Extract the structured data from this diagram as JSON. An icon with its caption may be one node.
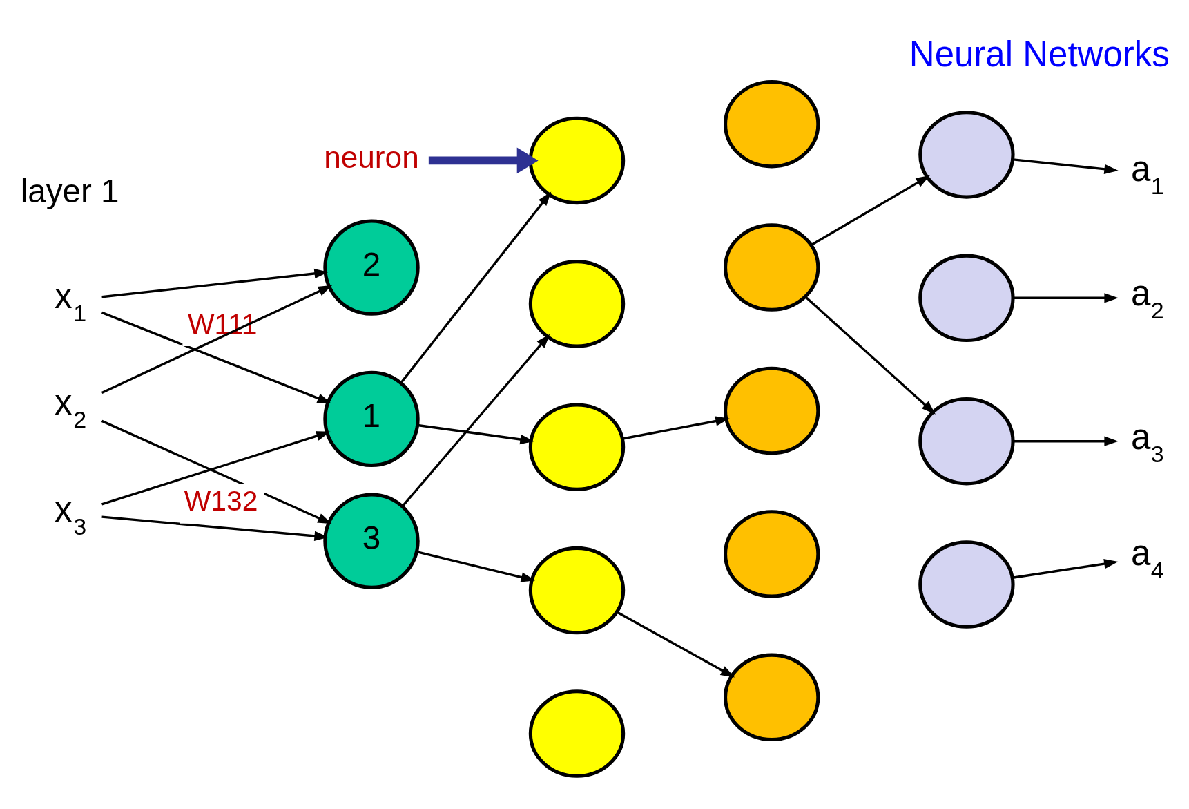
{
  "diagram": {
    "title": "Neural Networks",
    "nodes": [
      {
        "text": [
          "x$_{1}$"
        ]
      },
      {
        "text": [
          "x$_{2}$"
        ]
      },
      {
        "text": [
          "x$_{3}$"
        ]
      },
      {
        "text": [
          "1"
        ]
      },
      {
        "text": [
          "2"
        ]
      },
      {
        "text": [
          "3"
        ]
      },
      {
        "text": [],
        "shape": "circle"
      },
      {
        "text": [],
        "shape": "circle"
      },
      {
        "text": [],
        "shape": "circle"
      },
      {
        "text": [],
        "shape": "circle"
      },
      {
        "text": [],
        "shape": "circle"
      },
      {
        "text": [],
        "shape": "circle"
      },
      {
        "text": [],
        "shape": "circle"
      },
      {
        "text": [],
        "shape": "circle"
      },
      {
        "text": [],
        "shape": "circle"
      },
      {
        "text": [],
        "shape": "circle"
      },
      {
        "text": [],
        "shape": "circle"
      },
      {
        "text": [],
        "shape": "circle"
      },
      {
        "text": [],
        "shape": "circle"
      },
      {
        "text": [],
        "shape": "circle"
      },
      {
        "text": [
          "a$_{1}$"
        ]
      },
      {
        "text": [
          "a$_{2}$"
        ]
      },
      {
        "text": [
          "a$_{3}$"
        ]
      },
      {
        "text": [
          "a$_{4}$"
        ]
      },
      {
        "text": [
          "neuron"
        ]
      }
    ],
    "edges": [
      {
        "from": 0,
        "to": 3,
        "arrow": "to",
        "label": "W111"
      },
      {
        "from": 0,
        "to": 4,
        "arrow": "to"
      },
      {
        "from": 1,
        "to": 4,
        "arrow": "to"
      },
      {
        "from": 1,
        "to": 5,
        "arrow": "to"
      },
      {
        "from": 2,
        "to": 3,
        "arrow": "to"
      },
      {
        "from": 2,
        "to": 5,
        "arrow": "to",
        "label": "W132"
      },
      {
        "from": 3,
        "to": 6,
        "arrow": "to"
      },
      {
        "from": 3,
        "to": 8,
        "arrow": "to"
      },
      {
        "from": 5,
        "to": 7,
        "arrow": "to"
      },
      {
        "from": 5,
        "to": 9,
        "arrow": "to"
      },
      {
        "from": 8,
        "to": 13,
        "arrow": "to"
      },
      {
        "from": 9,
        "to": 15,
        "arrow": "to"
      },
      {
        "from": 12,
        "to": 16,
        "arrow": "to"
      },
      {
        "from": 12,
        "to": 18,
        "arrow": "to"
      },
      {
        "from": 16,
        "to": 20,
        "arrow": "to"
      },
      {
        "from": 17,
        "to": 21,
        "arrow": "to"
      },
      {
        "from": 18,
        "to": 22,
        "arrow": "to"
      },
      {
        "from": 19,
        "to": 23,
        "arrow": "to"
      },
      {
        "from": 24,
        "to": 6,
        "arrow": "to",
        "style": "thick",
        "color": "#2e3192"
      }
    ],
    "labels": [
      "layer 1"
    ]
  }
}
